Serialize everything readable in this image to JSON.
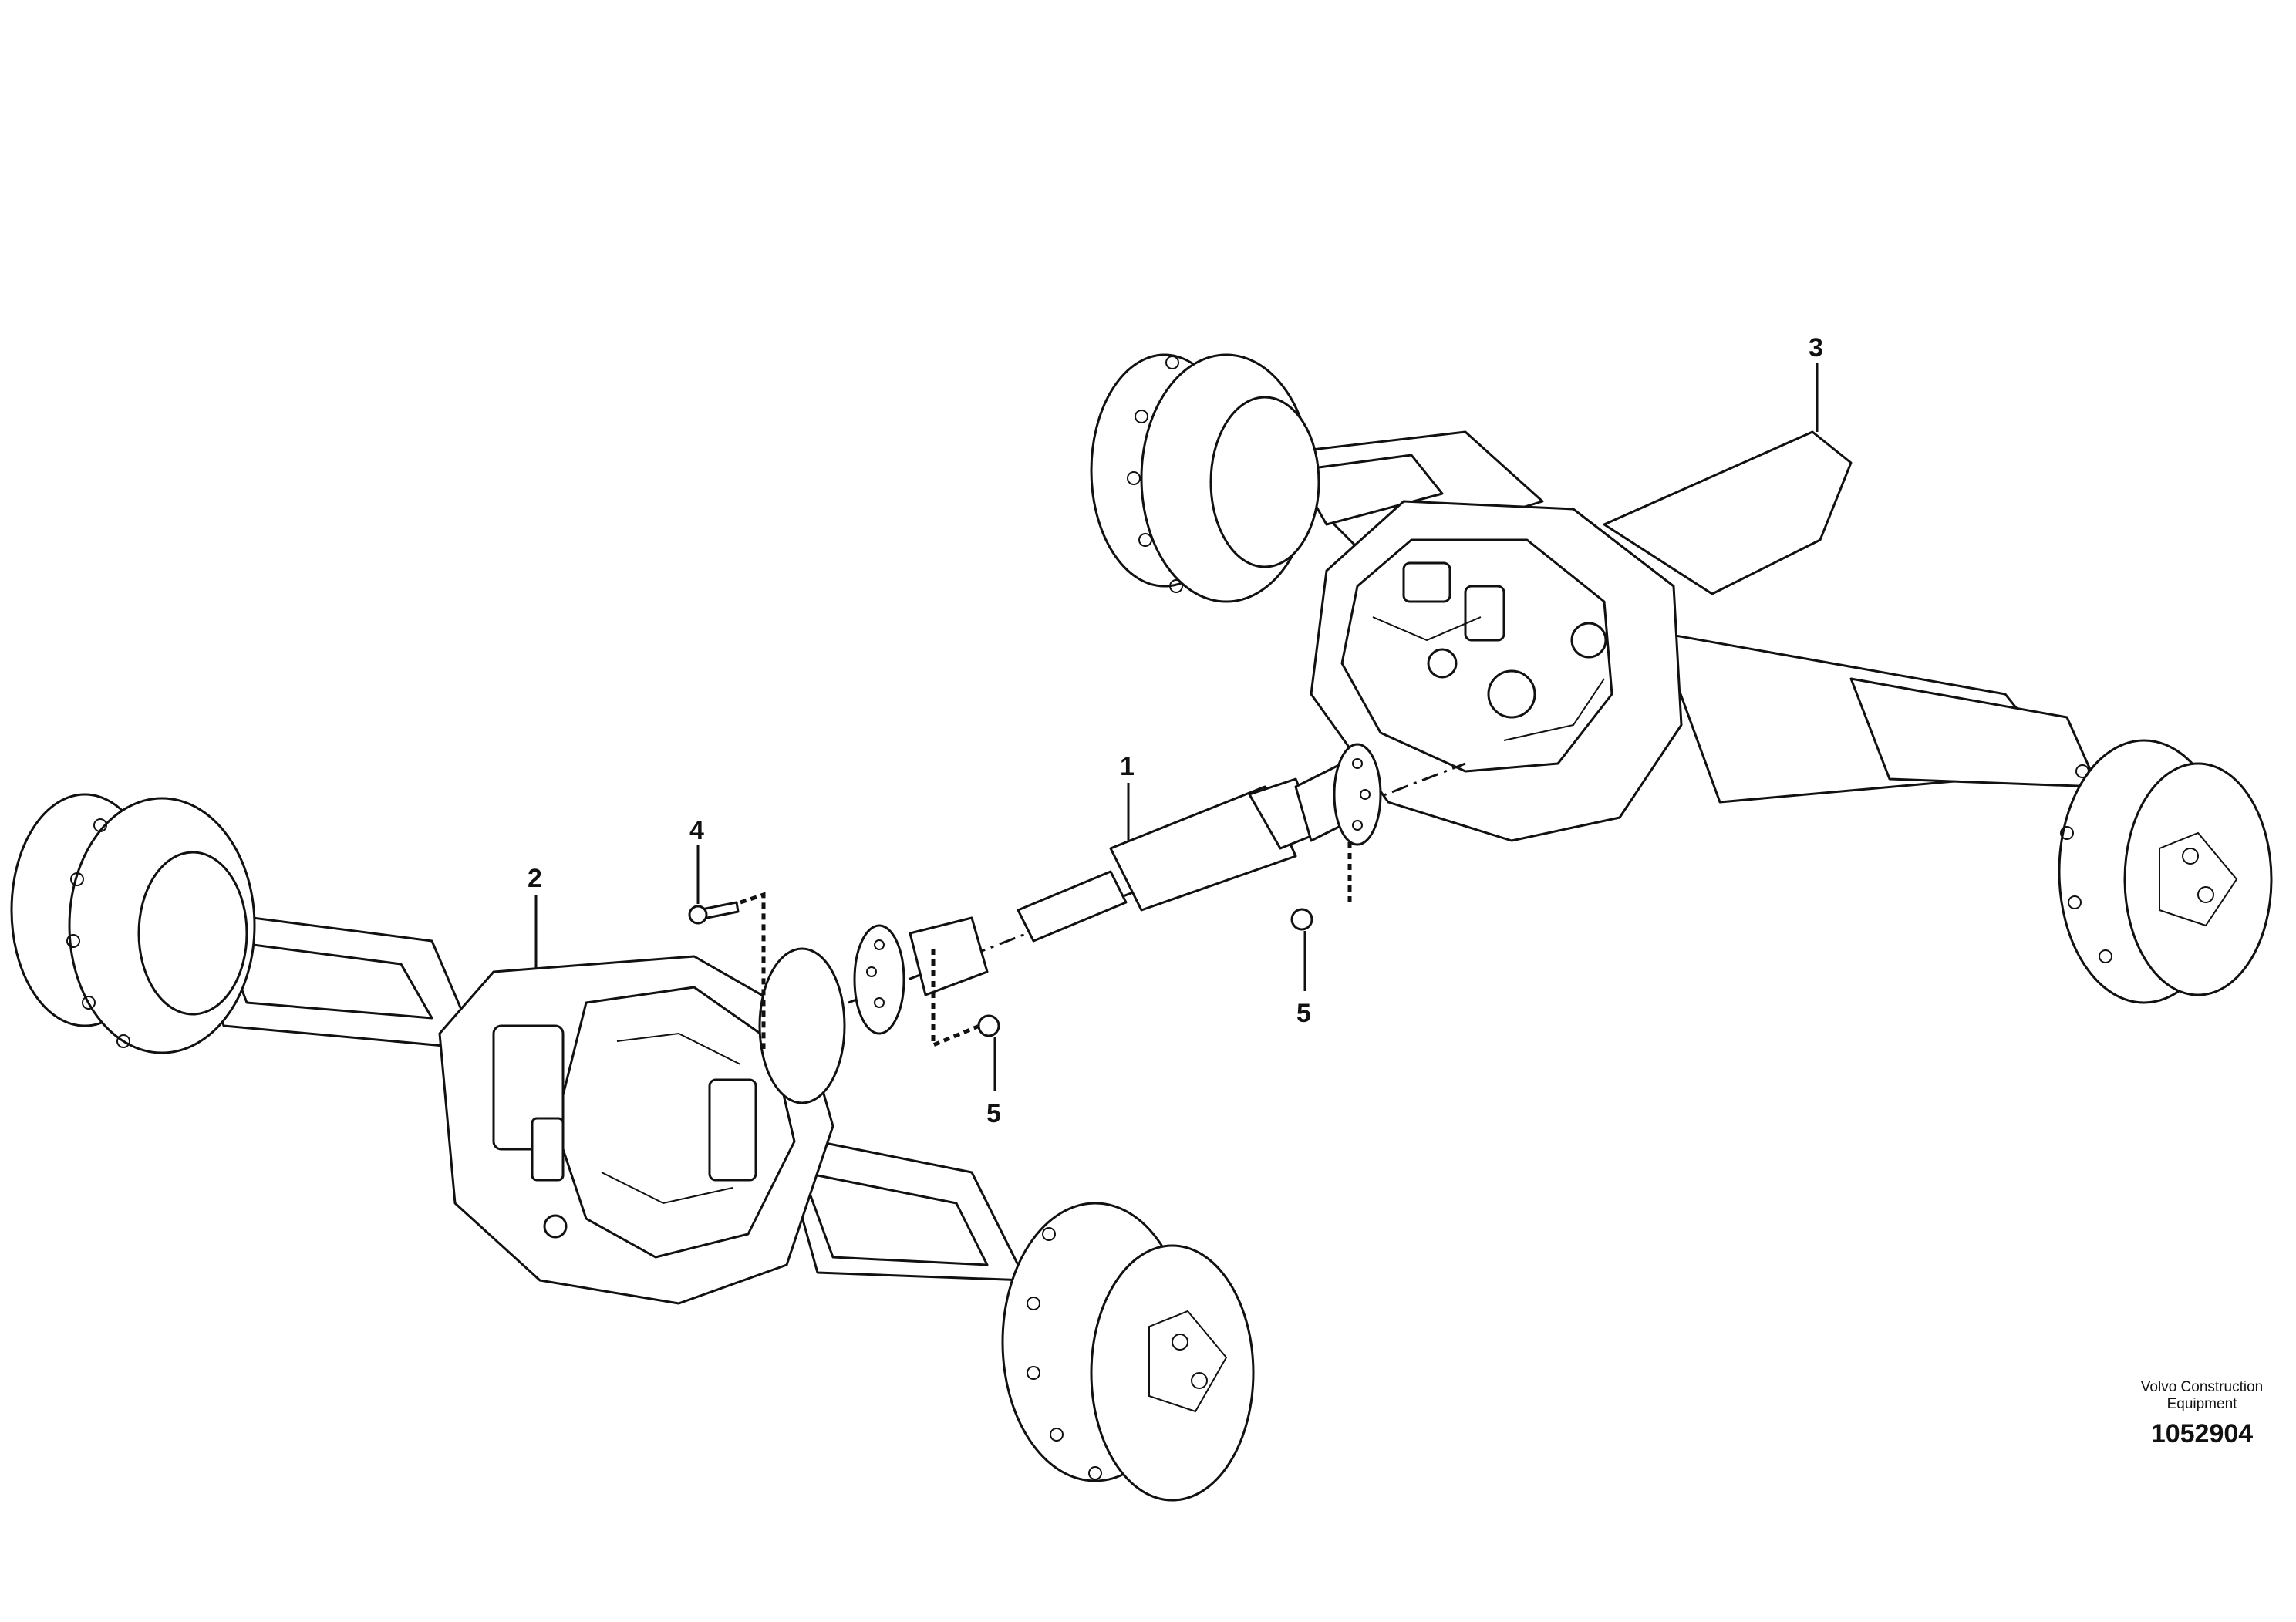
{
  "callouts": {
    "c1": "1",
    "c2": "2",
    "c3": "3",
    "c4": "4",
    "c5a": "5",
    "c5b": "5"
  },
  "credit": {
    "org_line1": "Volvo Construction",
    "org_line2": "Equipment",
    "drawing_number": "1052904"
  }
}
